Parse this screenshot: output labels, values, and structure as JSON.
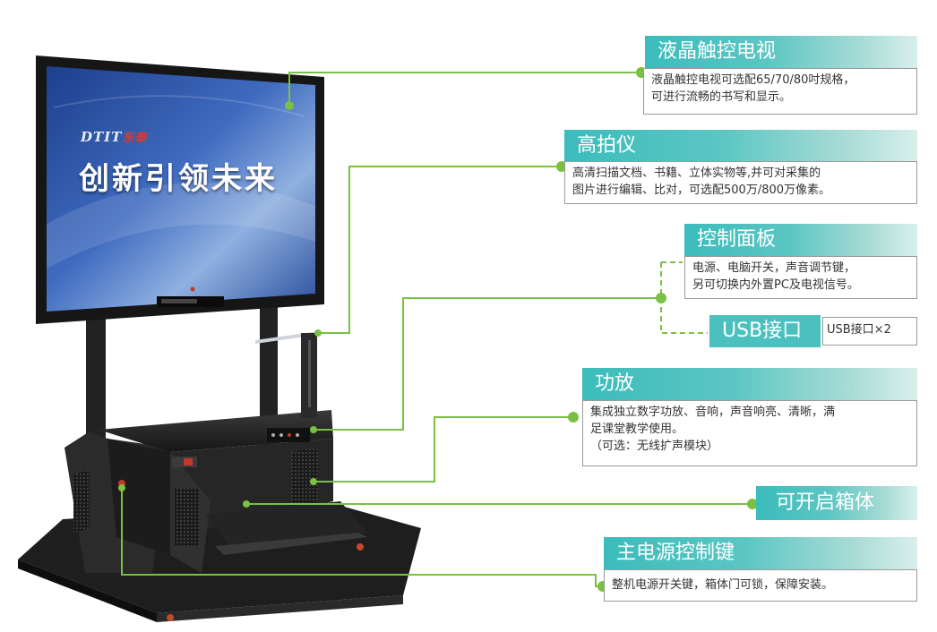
{
  "screen": {
    "brand_en": "DTIT",
    "brand_cn": "东泰",
    "slogan": "创新引领未来"
  },
  "callouts": [
    {
      "title": "液晶触控电视",
      "lines": [
        "液晶触控电视可选配65/70/80吋规格，",
        "可进行流畅的书写和显示。"
      ]
    },
    {
      "title": "高拍仪",
      "lines": [
        "高清扫描文档、书籍、立体实物等,并可对采集的",
        "图片进行编辑、比对，可选配500万/800万像素。"
      ]
    },
    {
      "title": "控制面板",
      "lines": [
        "电源、电脑开关，声音调节键，",
        "另可切换内外置PC及电视信号。"
      ]
    },
    {
      "title": "USB接口",
      "lines": [
        "USB接口×2"
      ]
    },
    {
      "title": "功放",
      "lines": [
        "集成独立数字功放、音响，声音响亮、清晰，满",
        "足课堂教学使用。",
        "（可选：无线扩声模块）"
      ]
    },
    {
      "title": "可开启箱体",
      "lines": []
    },
    {
      "title": "主电源控制键",
      "lines": [
        "整机电源开关键，箱体门可锁，保障安装。"
      ]
    }
  ],
  "colors": {
    "accent": "#3bbcbc",
    "connector": "#7ac143",
    "border": "#9a9a9a"
  }
}
